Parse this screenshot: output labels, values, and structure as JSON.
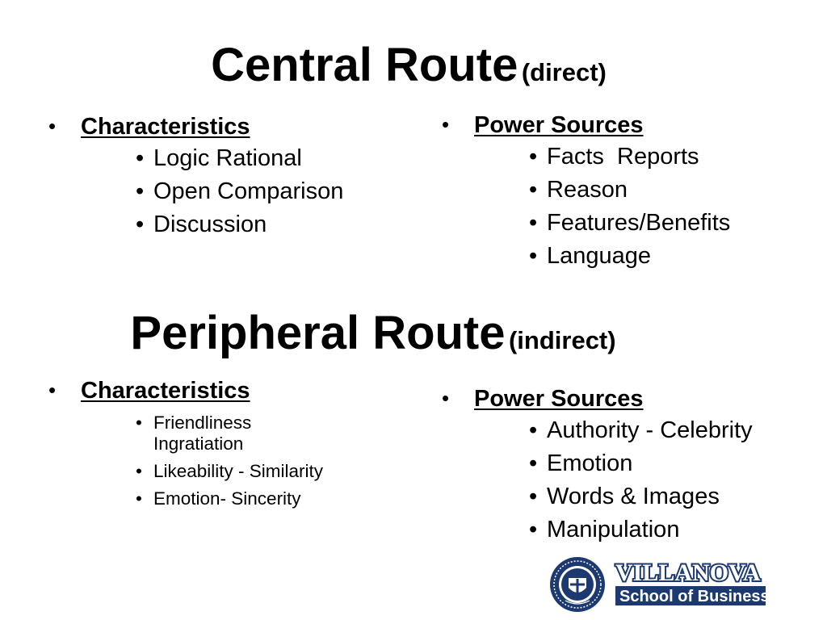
{
  "central": {
    "title": "Central Route",
    "subtitle": "(direct)",
    "characteristics": {
      "heading": "Characteristics",
      "items": [
        "Logic Rational",
        "Open Comparison",
        "Discussion"
      ]
    },
    "power_sources": {
      "heading": "Power Sources",
      "items": [
        "Facts  Reports",
        "Reason",
        "Features/Benefits",
        "Language"
      ]
    }
  },
  "peripheral": {
    "title": "Peripheral Route",
    "subtitle": "(indirect)",
    "characteristics": {
      "heading": "Characteristics",
      "items": [
        {
          "line1": "Friendliness",
          "line2": "Ingratiation"
        },
        {
          "line1": "Likeability - Similarity",
          "line2": ""
        },
        {
          "line1": "Emotion- Sincerity",
          "line2": ""
        }
      ]
    },
    "power_sources": {
      "heading": "Power Sources",
      "items": [
        "Authority - Celebrity",
        "Emotion",
        "Words & Images",
        "Manipulation"
      ]
    }
  },
  "bullet": "•",
  "logo": {
    "name": "VILLANOVA",
    "subname": "School of Business",
    "colors": {
      "navy": "#1c3a70",
      "white": "#ffffff"
    }
  }
}
